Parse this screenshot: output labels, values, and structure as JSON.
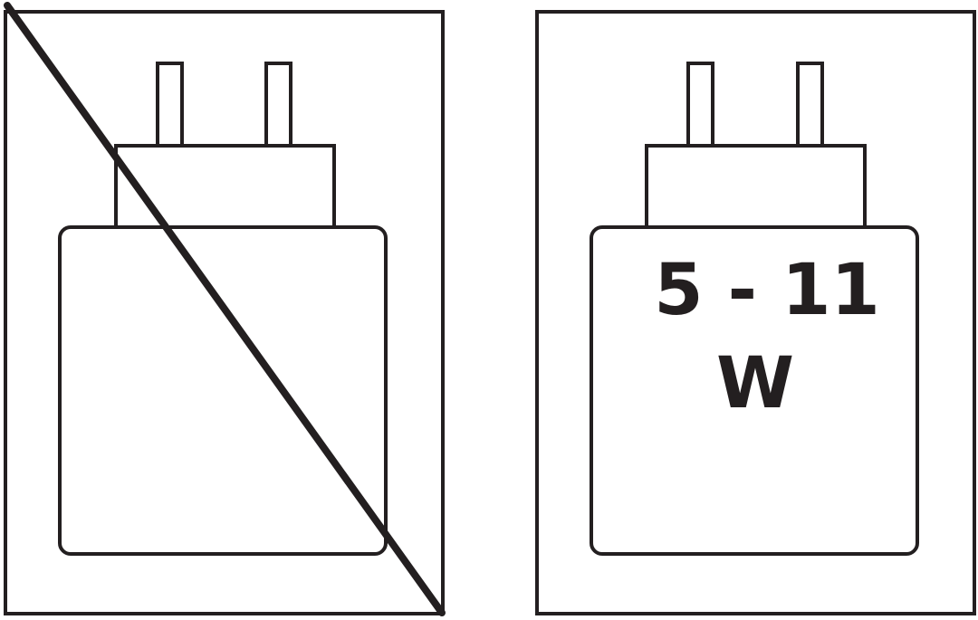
{
  "panels": [
    {
      "id": "not-allowed",
      "crossed_out": true,
      "label_lines": []
    },
    {
      "id": "allowed",
      "crossed_out": false,
      "label_lines": [
        "5 - 11",
        "W"
      ]
    }
  ],
  "colors": {
    "line": "#231f20",
    "background": "#ffffff"
  }
}
